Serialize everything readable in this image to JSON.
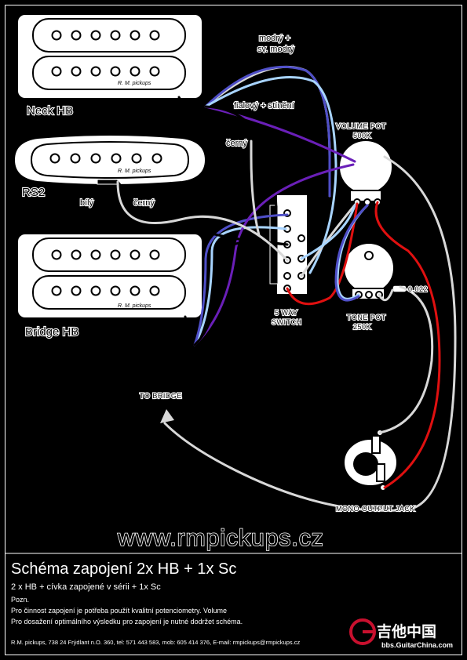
{
  "labels": {
    "neck": "Neck HB",
    "rs2": "RS2",
    "bridge": "Bridge HB",
    "wire_blue": "modrý +",
    "wire_lightblue": "sv. modrý",
    "wire_purple": "fialový + stínění",
    "wire_black": "černý",
    "wire_white": "bílý",
    "wire_black2": "černý",
    "volume_pot": "VOLUME POT",
    "volume_value": "500K",
    "tone_pot": "TONE POT",
    "tone_value": "250K",
    "capacitor": "0,022",
    "switch_line1": "5 WAY",
    "switch_line2": "SWITCH",
    "output_jack": "MONO OUTPUT JACK",
    "to_bridge": "TO BRIDGE",
    "pickup_brand": "R. M. pickups"
  },
  "website": "www.rmpickups.cz",
  "footer": {
    "title": "Schéma zapojení 2x HB + 1x Sc",
    "subtitle": "2 x HB + cívka zapojené v sérii + 1x Sc",
    "note_label": "Pozn.",
    "note_line1": "Pro činnost zapojení je potřeba použít kvalitní potenciometry. Volume",
    "note_line2": "Pro dosažení optimálního výsledku pro zapojení je nutné dodržet schéma.",
    "contact": "R.M. pickups, 738 24 Frýdlant n.O. 360, tel: 571 443 583, mob: 605 414 376, E-mail: rmpickups@rmpickups.cz",
    "logo": "吉他中国",
    "logo_url": "bbs.GuitarChina.com"
  },
  "colors": {
    "blue": "#4f4fc8",
    "light_blue": "#a8d4ff",
    "purple": "#6a1fb8",
    "black": "#000000",
    "white": "#d8d8d8",
    "red": "#e01010",
    "logo_red": "#c8102e"
  }
}
